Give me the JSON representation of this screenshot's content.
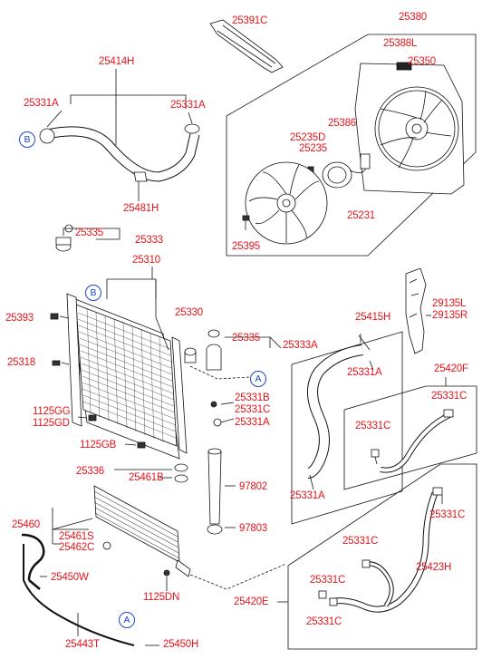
{
  "labels": {
    "l_25391C": "25391C",
    "l_25380": "25380",
    "l_25388L": "25388L",
    "l_25350": "25350",
    "l_25386": "25386",
    "l_25235D": "25235D",
    "l_25235": "25235",
    "l_25231": "25231",
    "l_25395": "25395",
    "l_25414H": "25414H",
    "l_25331A_tl": "25331A",
    "l_25331A_tr": "25331A",
    "l_25481H": "25481H",
    "l_25335_top": "25335",
    "l_25333": "25333",
    "l_25310": "25310",
    "l_25330": "25330",
    "l_25393": "25393",
    "l_25335_mid": "25335",
    "l_25333A": "25333A",
    "l_25318": "25318",
    "l_25331B": "25331B",
    "l_25331C_mid": "25331C",
    "l_25331A_mid": "25331A",
    "l_1125GG": "1125GG",
    "l_1125GD": "1125GD",
    "l_1125GB": "1125GB",
    "l_25336": "25336",
    "l_25461B": "25461B",
    "l_97802": "97802",
    "l_97803": "97803",
    "l_25460": "25460",
    "l_25461S": "25461S",
    "l_25462C": "25462C",
    "l_25450W": "25450W",
    "l_1125DN": "1125DN",
    "l_25443T": "25443T",
    "l_25450H": "25450H",
    "l_25415H": "25415H",
    "l_25331A_r": "25331A",
    "l_25331A_b": "25331A",
    "l_29135L": "29135L",
    "l_29135R": "29135R",
    "l_25420F": "25420F",
    "l_25331C_r1": "25331C",
    "l_25331C_r2": "25331C",
    "l_25331C_r3": "25331C",
    "l_25331C_r4": "25331C",
    "l_25423H": "25423H",
    "l_25331C_r5": "25331C",
    "l_25331C_r6": "25331C",
    "l_25420E": "25420E"
  },
  "markers": {
    "b1": "B",
    "b2": "B",
    "a1": "A",
    "a2": "A"
  },
  "colors": {
    "label": "#e8141b",
    "marker": "#1a48c8",
    "line": "#000000"
  }
}
